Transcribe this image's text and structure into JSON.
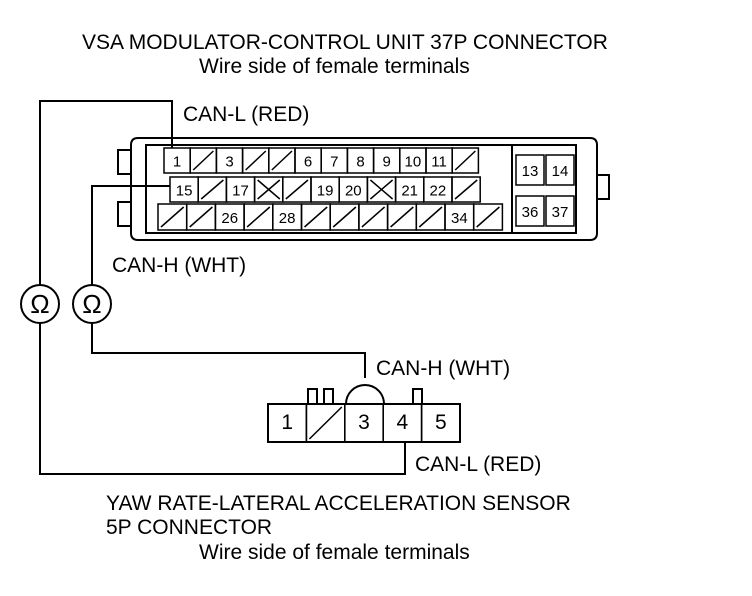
{
  "top_connector": {
    "title": "VSA MODULATOR-CONTROL UNIT 37P CONNECTOR",
    "subtitle": "Wire side of female terminals",
    "can_l_label": "CAN-L (RED)",
    "can_h_label": "CAN-H (WHT)",
    "row1": [
      "1",
      "",
      "3",
      "",
      "",
      "6",
      "7",
      "8",
      "9",
      "10",
      "11",
      ""
    ],
    "row2": [
      "15",
      "",
      "17",
      "x",
      "",
      "19",
      "20",
      "x",
      "21",
      "22",
      ""
    ],
    "row3": [
      "",
      "",
      "26",
      "",
      "28",
      "",
      "",
      "",
      "",
      "",
      "34",
      ""
    ],
    "right_block": [
      "13",
      "14",
      "36",
      "37"
    ]
  },
  "bottom_connector": {
    "title": "YAW RATE-LATERAL ACCELERATION SENSOR",
    "subtitle_line1": "5P CONNECTOR",
    "subtitle_line2": "Wire side of female terminals",
    "can_h_label": "CAN-H (WHT)",
    "can_l_label": "CAN-L (RED)",
    "pins": [
      "1",
      "",
      "3",
      "4",
      "5"
    ]
  },
  "meters": {
    "left_symbol": "Ω",
    "right_symbol": "Ω"
  },
  "icons": [
    "ohmmeter-icon",
    "terminal-cross-icon",
    "empty-slot-icon"
  ]
}
